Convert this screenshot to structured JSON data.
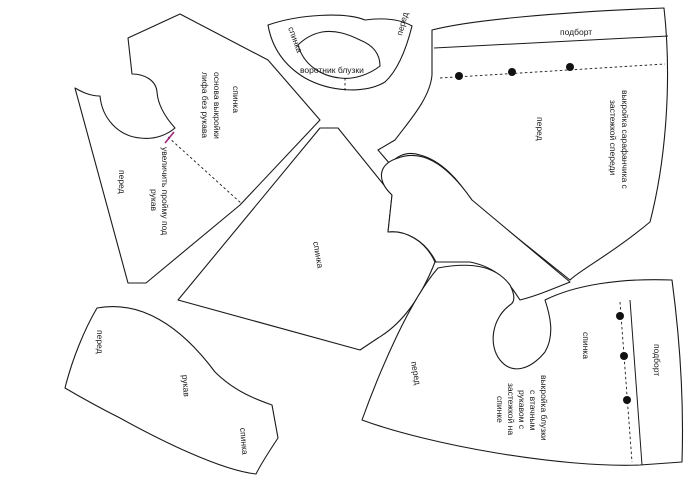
{
  "pieces": {
    "bodice": {
      "label_back": "спинка",
      "label_base_1": "основа выкройки",
      "label_base_2": "лифа без рукава",
      "label_armhole_1": "увеличить пройму под",
      "label_armhole_2": "рукав",
      "label_front": "перед"
    },
    "collar": {
      "label_back": "спинка",
      "label_front": "перед",
      "label_title": "воротник блузки"
    },
    "sundress": {
      "label_facing": "подборт",
      "label_front": "перед",
      "label_title_1": "выкройка сарафанчика с",
      "label_title_2": "застежкой спереди"
    },
    "back_piece": {
      "label_back": "спинка"
    },
    "blouse": {
      "label_front": "перед",
      "label_back": "спинка",
      "label_facing": "подборт",
      "label_title_1": "выкройка блузки",
      "label_title_2": "с втачным",
      "label_title_3": "рукавом с",
      "label_title_4": "застежкой на",
      "label_title_5": "спинке"
    },
    "sleeve": {
      "label_front": "перед",
      "label_sleeve": "рукав",
      "label_back": "спинка"
    }
  },
  "colors": {
    "line": "#1a1a1a",
    "button": "#111111",
    "mark": "#a0267a"
  }
}
